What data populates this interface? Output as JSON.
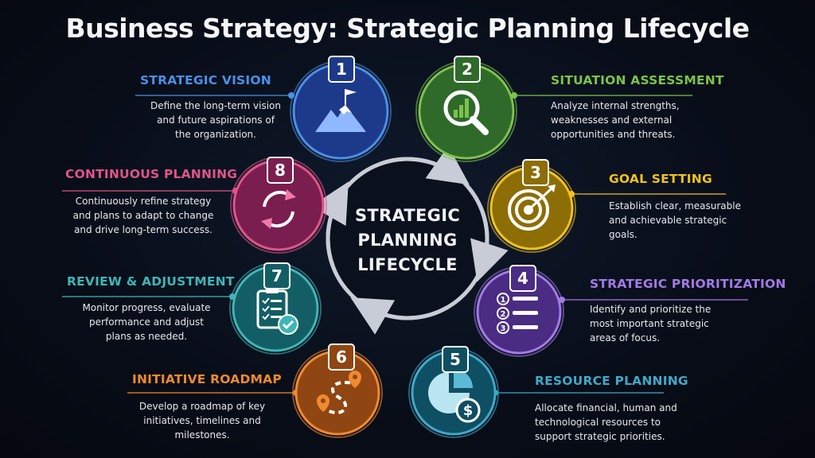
{
  "title": "Business Strategy: Strategic Planning Lifecycle",
  "center": {
    "line1": "STRATEGIC",
    "line2": "PLANNING",
    "line3": "LIFECYCLE"
  },
  "steps": [
    {
      "number": "1",
      "title": "STRATEGIC VISION",
      "icon": "mountain-flag-icon",
      "color": "#4a90e8",
      "fill": "#1d3a8a",
      "desc": [
        "Define the long-term vision",
        "and future aspirations of",
        "the organization."
      ]
    },
    {
      "number": "2",
      "title": "SITUATION ASSESSMENT",
      "icon": "magnifier-chart-icon",
      "color": "#7dc24a",
      "fill": "#2f6a2a",
      "desc": [
        "Analyze internal strengths,",
        "weaknesses and external",
        "opportunities and threats."
      ]
    },
    {
      "number": "3",
      "title": "GOAL SETTING",
      "icon": "target-arrow-icon",
      "color": "#f2c21b",
      "fill": "#8c6d06",
      "desc": [
        "Establish clear, measurable",
        "and achievable strategic",
        "goals."
      ]
    },
    {
      "number": "4",
      "title": "STRATEGIC PRIORITIZATION",
      "icon": "numbered-list-icon",
      "color": "#a27ae6",
      "fill": "#4a2c83",
      "desc": [
        "Identify and prioritize the",
        "most important strategic",
        "areas of focus."
      ]
    },
    {
      "number": "5",
      "title": "RESOURCE PLANNING",
      "icon": "pie-dollar-icon",
      "color": "#3fa9c9",
      "fill": "#0f4f63",
      "desc": [
        "Allocate financial, human and",
        "technological resources to",
        "support strategic priorities."
      ]
    },
    {
      "number": "6",
      "title": "INITIATIVE ROADMAP",
      "icon": "roadmap-pins-icon",
      "color": "#f08a2e",
      "fill": "#8f4613",
      "desc": [
        "Develop a roadmap of key",
        "initiatives, timelines and",
        "milestones."
      ]
    },
    {
      "number": "7",
      "title": "REVIEW & ADJUSTMENT",
      "icon": "clipboard-check-icon",
      "color": "#3fb6b6",
      "fill": "#135e64",
      "desc": [
        "Monitor progress, evaluate",
        "performance and adjust",
        "plans as needed."
      ]
    },
    {
      "number": "8",
      "title": "CONTINUOUS PLANNING",
      "icon": "cycle-arrows-icon",
      "color": "#e0548a",
      "fill": "#7a1e4f",
      "desc": [
        "Continuously refine strategy",
        "and plans to adapt to change",
        "and drive long-term success."
      ]
    }
  ]
}
